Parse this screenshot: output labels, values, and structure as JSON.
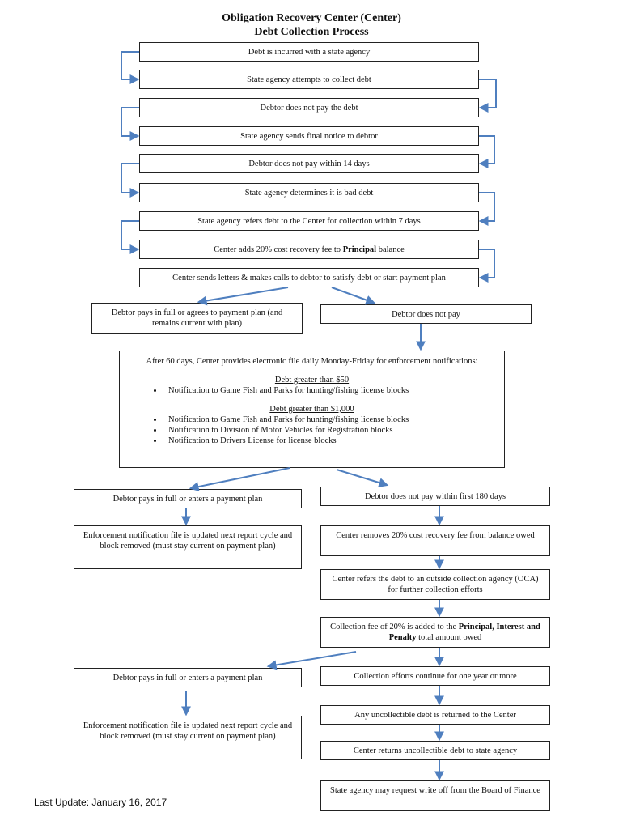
{
  "title": {
    "line1": "Obligation Recovery Center (Center)",
    "line2": "Debt Collection Process"
  },
  "main_steps": [
    "Debt is incurred with a state agency",
    "State agency attempts to collect debt",
    "Debtor does not pay the debt",
    "State agency sends final notice to debtor",
    "Debtor does not pay within 14 days",
    "State agency determines it is bad debt",
    "State agency refers debt to the Center for collection within 7 days",
    "Center adds 20% cost recovery fee to",
    "Center sends letters & makes calls to debtor to satisfy debt or start payment plan"
  ],
  "step8_bold": "Principal",
  "step8_tail": " balance",
  "branch1": {
    "left": "Debtor pays in full or agrees to payment plan (and remains current with plan)",
    "right": "Debtor does not pay"
  },
  "enforcement": {
    "intro": "After 60 days, Center provides electronic file daily Monday-Friday for enforcement notifications:",
    "heading50": "Debt greater than $50",
    "items50": [
      "Notification to Game Fish and Parks for hunting/fishing license blocks"
    ],
    "heading1000": "Debt greater than $1,000",
    "items1000": [
      "Notification to Game Fish and Parks for hunting/fishing license blocks",
      "Notification to Division of Motor Vehicles for Registration blocks",
      "Notification to Drivers License for license blocks"
    ]
  },
  "left_branch": {
    "pays1": "Debtor pays in full or enters a payment plan",
    "updated1": "Enforcement notification file is updated next report cycle and block removed (must stay current on payment plan)",
    "pays2": "Debtor pays in full or enters a payment plan",
    "updated2": "Enforcement notification file is updated next report cycle and block removed (must stay current on payment plan)"
  },
  "right_branch": {
    "no_pay_180": "Debtor does not pay within first 180 days",
    "removes_fee": "Center removes 20% cost recovery fee from balance owed",
    "refers_oca": "Center refers the debt to an outside collection agency (OCA) for further collection efforts",
    "fee_pre": "Collection fee of 20% is added to the",
    "fee_bold": "Principal, Interest and Penalty",
    "fee_post": " total amount owed",
    "continue": "Collection efforts continue for one year or more",
    "returned": "Any uncollectible debt is returned to the Center",
    "returns_agency": "Center returns uncollectible debt to state agency",
    "write_off": "State agency may request write off from the Board of Finance"
  },
  "footer": "Last Update: January 16, 2017",
  "colors": {
    "arrow": "#4f7fbf",
    "border": "#222222"
  }
}
